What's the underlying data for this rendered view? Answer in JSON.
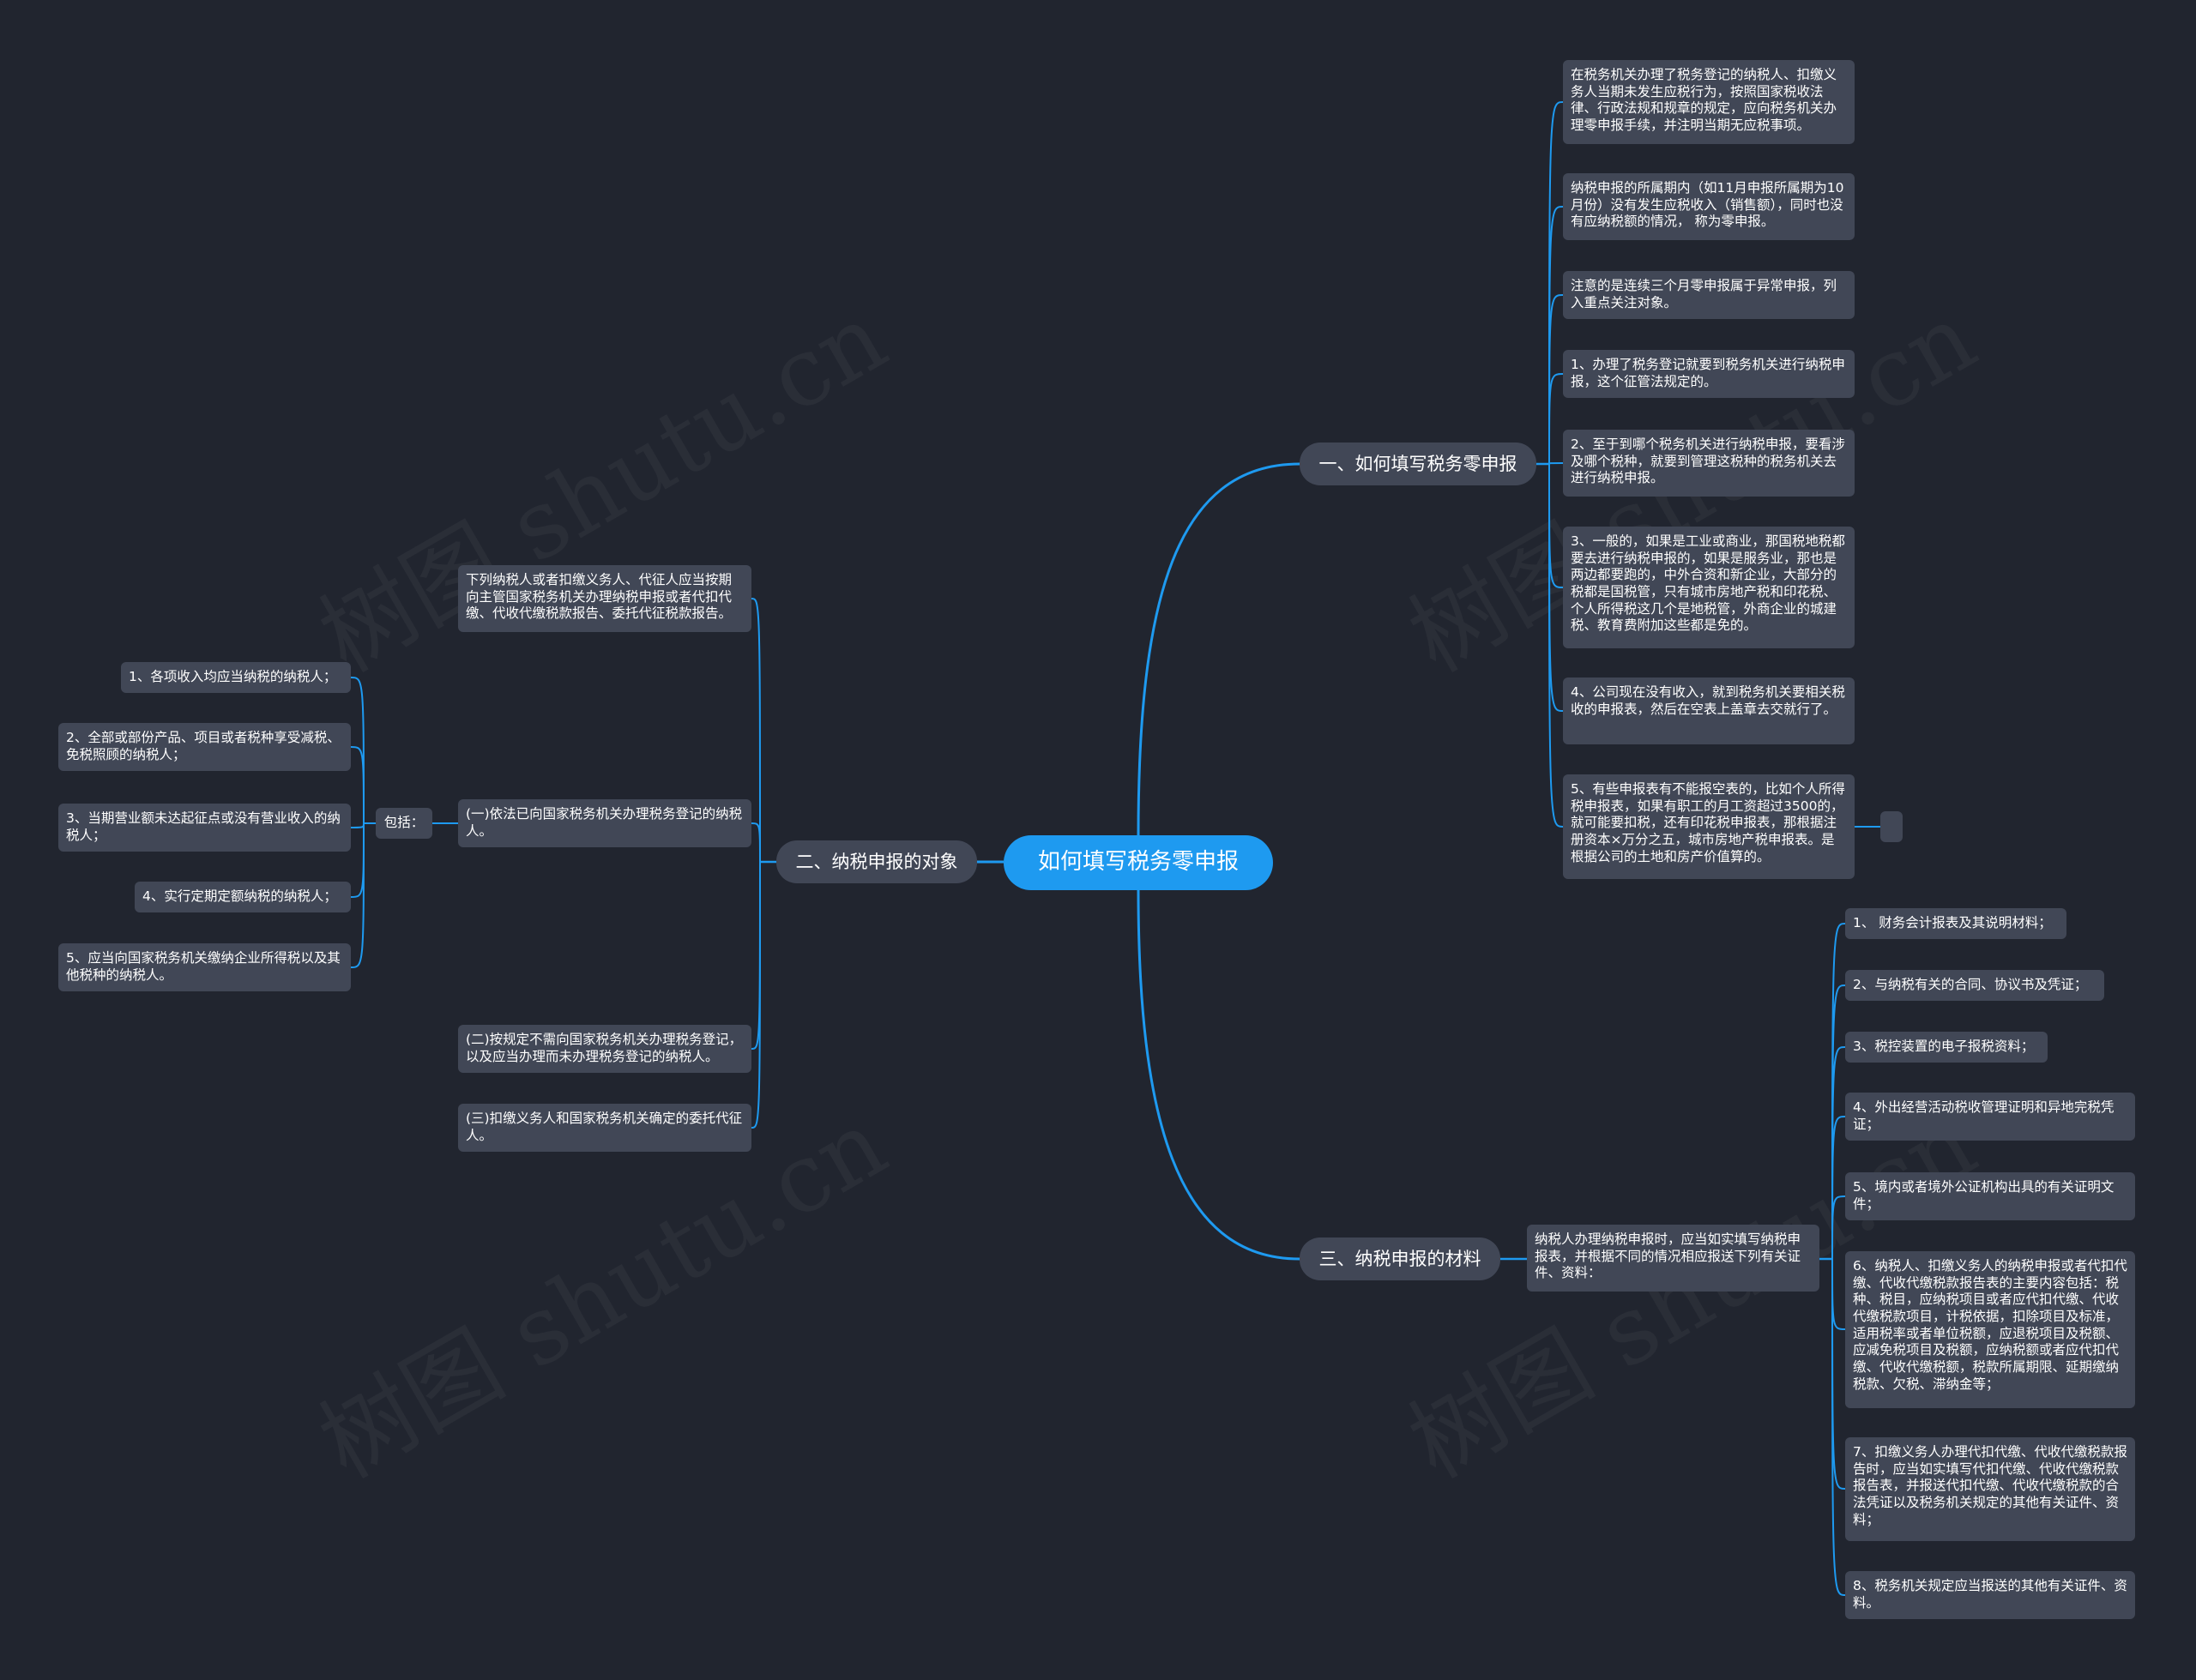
{
  "watermark": "树图 shutu.cn",
  "colors": {
    "link": "#1e9af0",
    "root": "#1e9af0",
    "node": "#414756",
    "background": "#21252f"
  },
  "root": {
    "label": "如何填写税务零申报"
  },
  "branches": {
    "b1": {
      "label": "一、如何填写税务零申报",
      "items": [
        "在税务机关办理了税务登记的纳税人、扣缴义务人当期未发生应税行为，按照国家税收法律、行政法规和规章的规定，应向税务机关办理零申报手续，并注明当期无应税事项。",
        "纳税申报的所属期内（如11月申报所属期为10月份）没有发生应税收入（销售额），同时也没有应纳税额的情况， 称为零申报。",
        "注意的是连续三个月零申报属于异常申报，列入重点关注对象。",
        "1、办理了税务登记就要到税务机关进行纳税申报，这个征管法规定的。",
        "2、至于到哪个税务机关进行纳税申报，要看涉及哪个税种，就要到管理这税种的税务机关去进行纳税申报。",
        "3、一般的，如果是工业或商业，那国税地税都要去进行纳税申报的，如果是服务业，那也是两边都要跑的，中外合资和新企业，大部分的税都是国税管，只有城市房地产税和印花税、个人所得税这几个是地税管，外商企业的城建税、教育费附加这些都是免的。",
        "4、公司现在没有收入，就到税务机关要相关税收的申报表，然后在空表上盖章去交就行了。",
        "5、有些申报表有不能报空表的，比如个人所得税申报表，如果有职工的月工资超过3500的，就可能要扣税，还有印花税申报表，那根据注册资本×万分之五，城市房地产税申报表。是根据公司的土地和房产价值算的。"
      ]
    },
    "b2": {
      "label": "二、纳税申报的对象",
      "items": [
        "下列纳税人或者扣缴义务人、代征人应当按期向主管国家税务机关办理纳税申报或者代扣代缴、代收代缴税款报告、委托代征税款报告。",
        "(一)依法已向国家税务机关办理税务登记的纳税人。",
        "(二)按规定不需向国家税务机关办理税务登记，以及应当办理而未办理税务登记的纳税人。",
        "(三)扣缴义务人和国家税务机关确定的委托代征人。"
      ],
      "include_label": "包括：",
      "sub_items": [
        "1、各项收入均应当纳税的纳税人；",
        "2、全部或部份产品、项目或者税种享受减税、免税照顾的纳税人；",
        "3、当期营业额未达起征点或没有营业收入的纳税人；",
        "4、实行定期定额纳税的纳税人；",
        "5、应当向国家税务机关缴纳企业所得税以及其他税种的纳税人。"
      ]
    },
    "b3": {
      "label": "三、纳税申报的材料",
      "intro": "纳税人办理纳税申报时，应当如实填写纳税申报表，并根据不同的情况相应报送下列有关证件、资料：",
      "items": [
        "1、 财务会计报表及其说明材料；",
        "2、与纳税有关的合同、协议书及凭证；",
        "3、税控装置的电子报税资料；",
        "4、外出经营活动税收管理证明和异地完税凭证；",
        "5、境内或者境外公证机构出具的有关证明文件；",
        "6、纳税人、扣缴义务人的纳税申报或者代扣代缴、代收代缴税款报告表的主要内容包括：税种、税目，应纳税项目或者应代扣代缴、代收代缴税款项目，计税依据，扣除项目及标准，适用税率或者单位税额，应退税项目及税额、应减免税项目及税额，应纳税额或者应代扣代缴、代收代缴税额，税款所属期限、延期缴纳税款、欠税、滞纳金等；",
        "7、扣缴义务人办理代扣代缴、代收代缴税款报告时，应当如实填写代扣代缴、代收代缴税款报告表，并报送代扣代缴、代收代缴税款的合法凭证以及税务机关规定的其他有关证件、资料；",
        "8、税务机关规定应当报送的其他有关证件、资料。"
      ]
    }
  }
}
